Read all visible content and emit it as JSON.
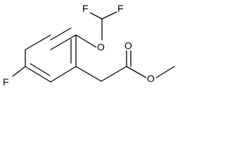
{
  "molecule": {
    "atoms": {
      "f_top_left": "F",
      "f_top_right": "F",
      "o_ether": "O",
      "o_carbonyl": "O",
      "o_ester": "O",
      "f_ring": "F"
    }
  }
}
